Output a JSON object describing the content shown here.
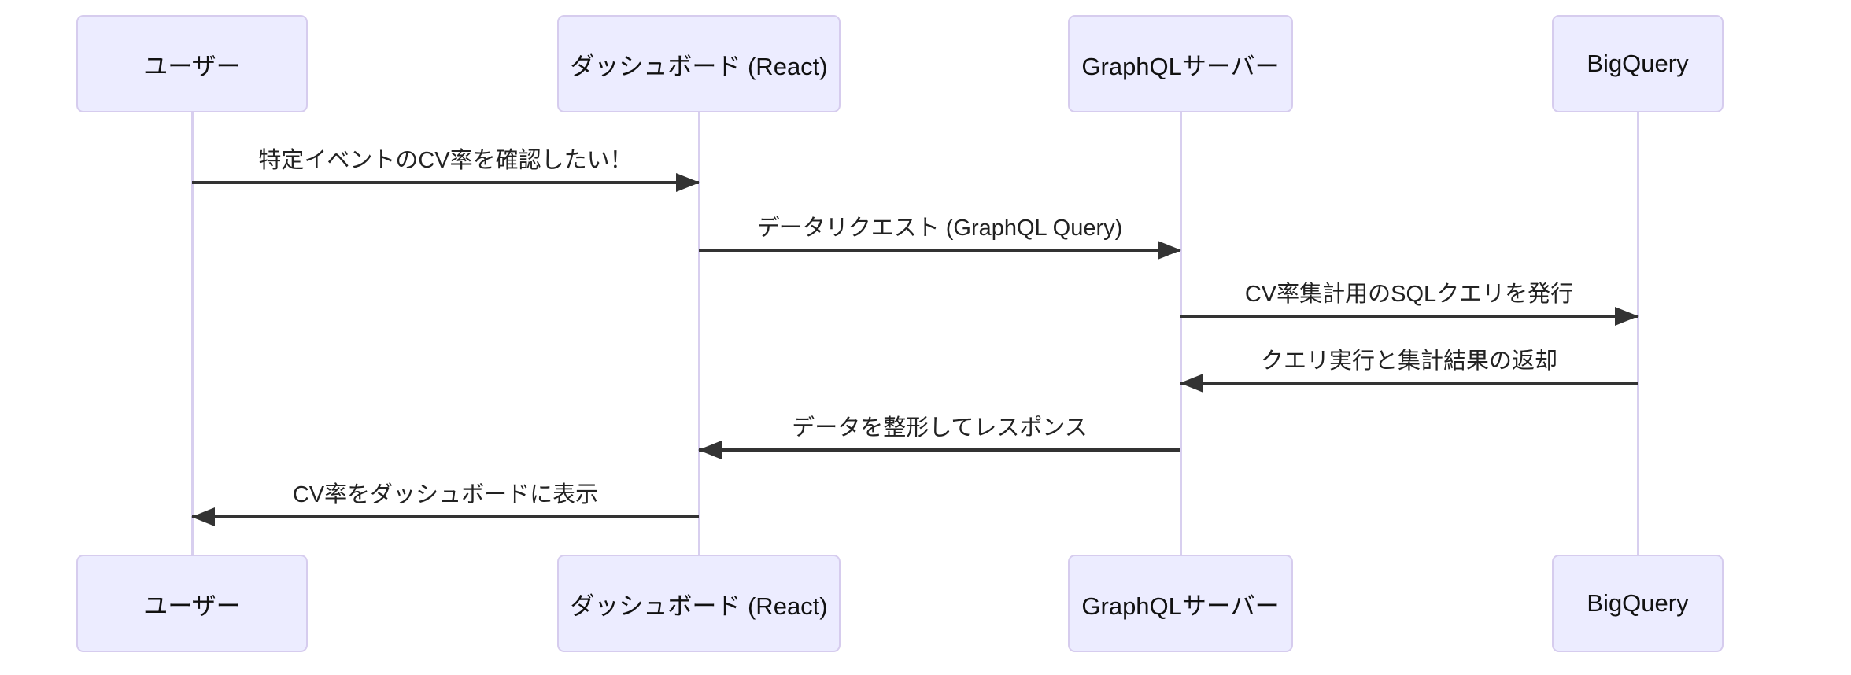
{
  "diagram": {
    "type": "sequence-diagram",
    "actors": [
      {
        "id": "user",
        "label": "ユーザー"
      },
      {
        "id": "dashboard",
        "label": "ダッシュボード (React)"
      },
      {
        "id": "graphql",
        "label": "GraphQLサーバー"
      },
      {
        "id": "bigquery",
        "label": "BigQuery"
      }
    ],
    "messages": [
      {
        "from": "user",
        "to": "dashboard",
        "direction": "right",
        "label": "特定イベントのCV率を確認したい！"
      },
      {
        "from": "dashboard",
        "to": "graphql",
        "direction": "right",
        "label": "データリクエスト (GraphQL Query)"
      },
      {
        "from": "graphql",
        "to": "bigquery",
        "direction": "right",
        "label": "CV率集計用のSQLクエリを発行"
      },
      {
        "from": "bigquery",
        "to": "graphql",
        "direction": "left",
        "label": "クエリ実行と集計結果の返却"
      },
      {
        "from": "graphql",
        "to": "dashboard",
        "direction": "left",
        "label": "データを整形してレスポンス"
      },
      {
        "from": "dashboard",
        "to": "user",
        "direction": "left",
        "label": "CV率をダッシュボードに表示"
      }
    ],
    "colors": {
      "actor_fill": "#ECECFF",
      "actor_border": "#D6CCEE",
      "lifeline": "#D8CFEF",
      "arrow": "#333333",
      "text": "#1A1A1A",
      "background": "#FFFFFF"
    }
  }
}
